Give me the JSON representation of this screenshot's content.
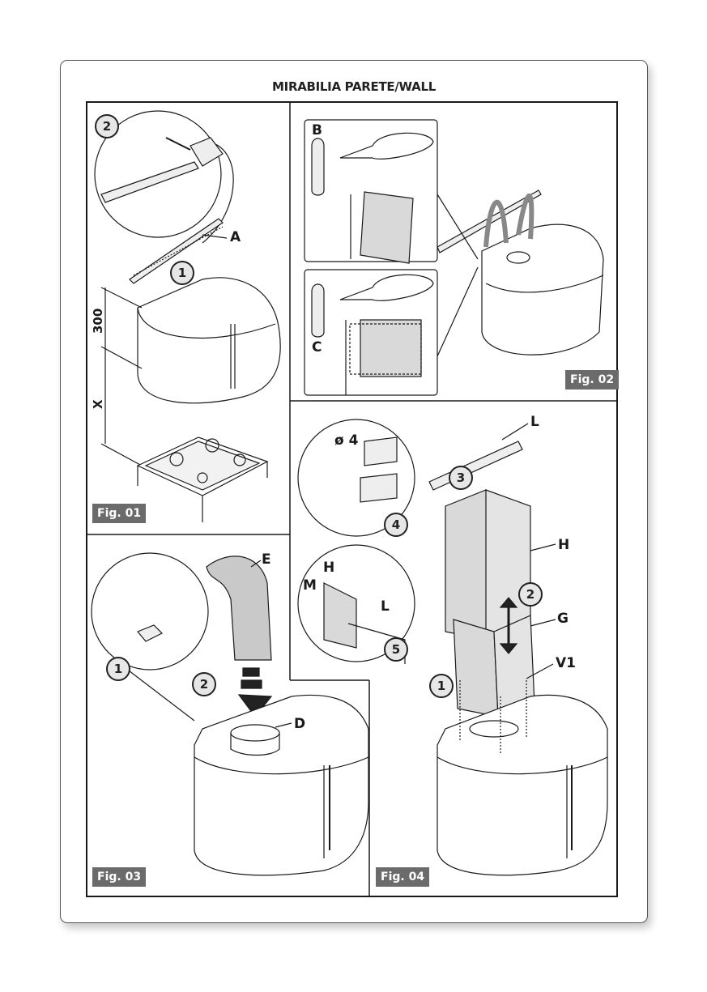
{
  "document": {
    "title": "MIRABILIA PARETE/WALL"
  },
  "figures": [
    {
      "id": "fig01",
      "tag": "Fig. 01",
      "steps": [
        "1",
        "2"
      ],
      "labels": {
        "bracket": "A"
      },
      "dimensions": {
        "upper": "300",
        "lower": "X"
      }
    },
    {
      "id": "fig02",
      "tag": "Fig. 02",
      "labels": {
        "upper_screw": "B",
        "lower_screw": "C"
      }
    },
    {
      "id": "fig03",
      "tag": "Fig. 03",
      "steps": [
        "1",
        "2"
      ],
      "labels": {
        "pipe": "E",
        "flange": "D"
      }
    },
    {
      "id": "fig04",
      "tag": "Fig. 04",
      "steps": [
        "1",
        "2",
        "3",
        "4",
        "5"
      ],
      "labels": {
        "drill_size": "ø 4",
        "bracket": "L",
        "upper_chimney": "H",
        "lower_chimney": "G",
        "screws": "V1",
        "detail_chimney": "H",
        "detail_screw": "M",
        "detail_bracket": "L"
      }
    }
  ],
  "colors": {
    "line": "#1a1a1a",
    "panel_fill": "#d9d9d9",
    "tag_bg": "#6b6b6b",
    "step_fill": "#e6e6e6"
  }
}
